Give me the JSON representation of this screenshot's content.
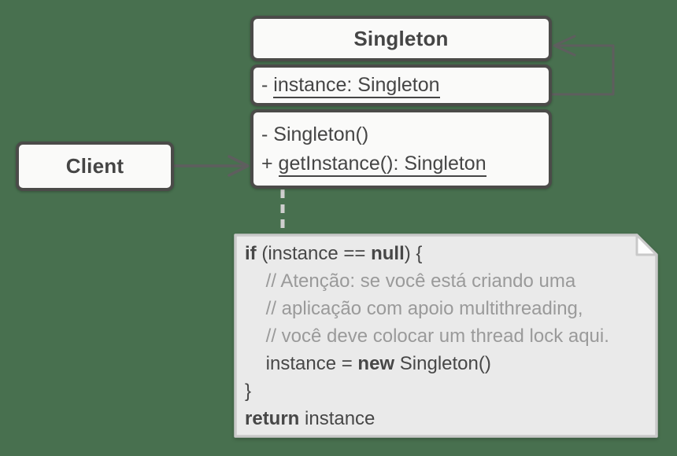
{
  "colors": {
    "background": "#48704F",
    "class_fill": "#FAFAF9",
    "class_border": "#4B4B49",
    "class_text": "#454545",
    "connector": "#5E5E5E",
    "dashed_connector": "#CFCFCF",
    "note_fill": "#EAEAEA",
    "note_border": "#C9C9C9",
    "note_fold": "#FDFDFD",
    "note_text": "#474747",
    "note_comment": "#9A9A9A"
  },
  "singleton_class": {
    "title": "Singleton",
    "attributes": [
      {
        "prefix": "- ",
        "text": "instance: Singleton",
        "underline": true
      }
    ],
    "methods": [
      {
        "prefix": "- ",
        "text": "Singleton()",
        "underline": false
      },
      {
        "prefix": "+ ",
        "text": "getInstance(): Singleton",
        "underline": true
      }
    ]
  },
  "client_class": {
    "title": "Client"
  },
  "note": {
    "lines": [
      [
        {
          "t": "if",
          "b": true
        },
        {
          "t": " (instance == "
        },
        {
          "t": "null",
          "b": true
        },
        {
          "t": ") {"
        }
      ],
      [
        {
          "t": "    "
        },
        {
          "t": "// Atenção: se você está criando uma",
          "c": "comment"
        }
      ],
      [
        {
          "t": "    "
        },
        {
          "t": "// aplicação com apoio multithreading,",
          "c": "comment"
        }
      ],
      [
        {
          "t": "    "
        },
        {
          "t": "// você deve colocar um thread lock aqui.",
          "c": "comment"
        }
      ],
      [
        {
          "t": "    instance = "
        },
        {
          "t": "new",
          "b": true
        },
        {
          "t": " Singleton()"
        }
      ],
      [
        {
          "t": "}"
        }
      ],
      [
        {
          "t": "return",
          "b": true
        },
        {
          "t": " instance"
        }
      ]
    ]
  },
  "relationships": [
    {
      "from": "Client",
      "to": "Singleton",
      "type": "dependency-arrow"
    },
    {
      "from": "Singleton",
      "to": "Singleton",
      "type": "self-reference-arrow"
    },
    {
      "from": "Singleton",
      "to": "code-note",
      "type": "dashed-note-connector"
    }
  ]
}
